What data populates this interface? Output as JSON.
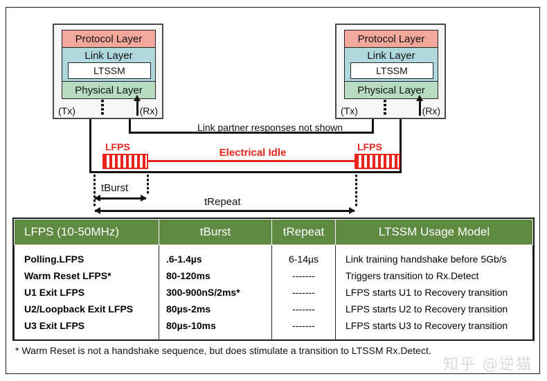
{
  "diagram": {
    "note": "Link partner responses not shown",
    "electrical_idle_label": "Electrical Idle",
    "lfps_label_left": "LFPS",
    "lfps_label_right": "LFPS",
    "tburst_label": "tBurst",
    "trepeat_label": "tRepeat"
  },
  "stack_left": {
    "protocol": "Protocol Layer",
    "link": "Link Layer",
    "ltssm": "LTSSM",
    "physical": "Physical Layer",
    "tx": "(Tx)",
    "rx": "(Rx)"
  },
  "stack_right": {
    "protocol": "Protocol Layer",
    "link": "Link Layer",
    "ltssm": "LTSSM",
    "physical": "Physical Layer",
    "tx": "(Tx)",
    "rx": "(Rx)"
  },
  "table": {
    "headers": [
      "LFPS (10-50MHz)",
      "tBurst",
      "tRepeat",
      "LTSSM Usage Model"
    ],
    "lfps_types": [
      "Polling.LFPS",
      "Warm Reset LFPS*",
      "U1 Exit LFPS",
      "U2/Loopback Exit LFPS",
      "U3 Exit LFPS"
    ],
    "tburst": [
      ".6-1.4µs",
      "80-120ms",
      "300-900nS/2ms*",
      "80µs-2ms",
      "80µs-10ms"
    ],
    "trepeat": [
      "6-14µs",
      "-------",
      "-------",
      "-------",
      "-------"
    ],
    "usage": [
      "Link training handshake before 5Gb/s",
      "Triggers transition to Rx.Detect",
      "LFPS starts U1 to Recovery transition",
      "LFPS starts U2 to Recovery transition",
      "LFPS starts U3 to Recovery transition"
    ]
  },
  "footnote": "* Warm Reset is not a handshake sequence, but does stimulate a transition to LTSSM Rx.Detect.",
  "watermark": "知乎 @逆猫",
  "colors": {
    "protocol_layer": "#f4a79b",
    "link_layer": "#aed8dd",
    "physical_layer": "#b7dcc1",
    "table_header_green": "#5f8a42",
    "signal_red": "#e8241c"
  }
}
